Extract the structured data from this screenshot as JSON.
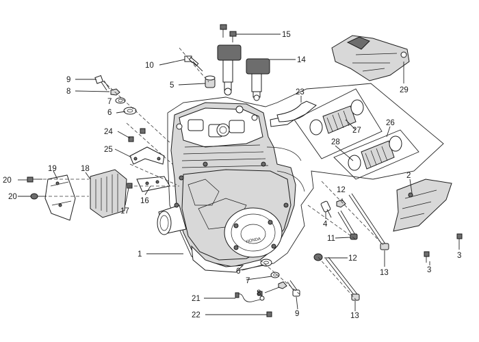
{
  "callouts": [
    {
      "id": "c1",
      "text": "1"
    },
    {
      "id": "c2",
      "text": "2"
    },
    {
      "id": "c3a",
      "text": "3"
    },
    {
      "id": "c3b",
      "text": "3"
    },
    {
      "id": "c4",
      "text": "4"
    },
    {
      "id": "c5",
      "text": "5"
    },
    {
      "id": "c6a",
      "text": "6"
    },
    {
      "id": "c6b",
      "text": "6"
    },
    {
      "id": "c7a",
      "text": "7"
    },
    {
      "id": "c7b",
      "text": "7"
    },
    {
      "id": "c8a",
      "text": "8"
    },
    {
      "id": "c8b",
      "text": "8"
    },
    {
      "id": "c9a",
      "text": "9"
    },
    {
      "id": "c9b",
      "text": "9"
    },
    {
      "id": "c10",
      "text": "10"
    },
    {
      "id": "c11",
      "text": "11"
    },
    {
      "id": "c12a",
      "text": "12"
    },
    {
      "id": "c12b",
      "text": "12"
    },
    {
      "id": "c13a",
      "text": "13"
    },
    {
      "id": "c13b",
      "text": "13"
    },
    {
      "id": "c14",
      "text": "14"
    },
    {
      "id": "c15",
      "text": "15"
    },
    {
      "id": "c16",
      "text": "16"
    },
    {
      "id": "c17",
      "text": "17"
    },
    {
      "id": "c18",
      "text": "18"
    },
    {
      "id": "c19",
      "text": "19"
    },
    {
      "id": "c20a",
      "text": "20"
    },
    {
      "id": "c20b",
      "text": "20"
    },
    {
      "id": "c21",
      "text": "21"
    },
    {
      "id": "c22",
      "text": "22"
    },
    {
      "id": "c23",
      "text": "23"
    },
    {
      "id": "c24",
      "text": "24"
    },
    {
      "id": "c25",
      "text": "25"
    },
    {
      "id": "c26",
      "text": "26"
    },
    {
      "id": "c27",
      "text": "27"
    },
    {
      "id": "c28",
      "text": "28"
    },
    {
      "id": "c29",
      "text": "29"
    }
  ],
  "badge": "HONDA",
  "colors": {
    "ink": "#1a1a1a",
    "background": "#ffffff",
    "fill_light": "#d8d8d8",
    "fill_dark": "#6d6d6d"
  }
}
